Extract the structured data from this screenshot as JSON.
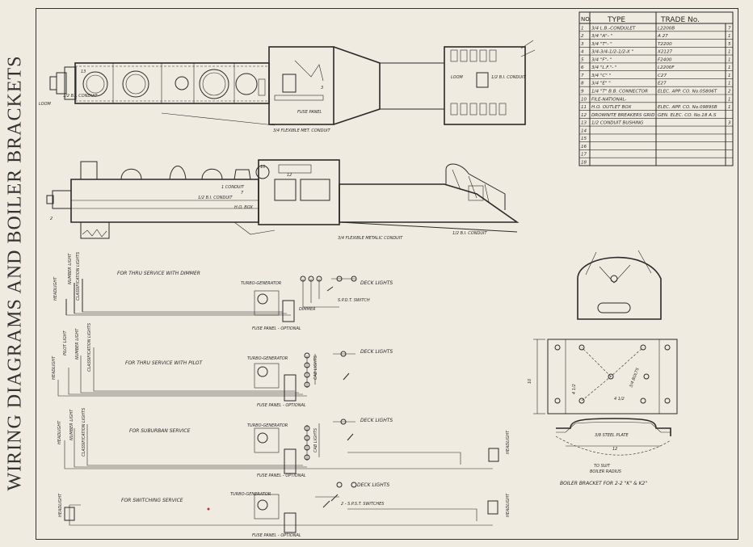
{
  "title": "WIRING DIAGRAMS AND BOILER BRACKETS",
  "parts_table": {
    "headers": {
      "no": "NO.",
      "type": "TYPE",
      "trade_no": "TRADE No."
    },
    "rows": [
      {
        "no": "1",
        "type": "3/4 L.B.-CONDULET",
        "trade": "L2200B",
        "qty": "7"
      },
      {
        "no": "2",
        "type": "3/4 \"A\"-        \"",
        "trade": "A 27",
        "qty": "1"
      },
      {
        "no": "3",
        "type": "3/4 \"T\"-        \"",
        "trade": "T2200",
        "qty": "5"
      },
      {
        "no": "4",
        "type": "3/4-3/4-1/2-1/2-X  \"",
        "trade": "X2127",
        "qty": "1"
      },
      {
        "no": "5",
        "type": "3/4 \"F\"-        \"",
        "trade": "F2400",
        "qty": "1"
      },
      {
        "no": "6",
        "type": "3/4 \"L.F.\"-     \"",
        "trade": "L2200F",
        "qty": "1"
      },
      {
        "no": "7",
        "type": "3/4 \"C\"         \"",
        "trade": "C27",
        "qty": "1"
      },
      {
        "no": "8",
        "type": "3/4 \"E\"         \"",
        "trade": "E27",
        "qty": "1"
      },
      {
        "no": "9",
        "type": "1/4 \"T\" B.B. CONNECTOR",
        "trade": "ELEC. APP. CO. No.05806T",
        "qty": "2"
      },
      {
        "no": "10",
        "type": "FILE-NATIONAL-",
        "trade": "",
        "qty": "1"
      },
      {
        "no": "11",
        "type": "H.O. OUTLET BOX",
        "trade": "ELEC. APP. CO. No.0989SB",
        "qty": "1"
      },
      {
        "no": "12",
        "type": "DROWNITE BREAKERS GRID",
        "trade": "GEN. ELEC. CO. No.18 A.S",
        "qty": ""
      },
      {
        "no": "13",
        "type": "1/2 CONDUIT BUSHING",
        "trade": "",
        "qty": "3"
      },
      {
        "no": "14",
        "type": "",
        "trade": "",
        "qty": ""
      },
      {
        "no": "15",
        "type": "",
        "trade": "",
        "qty": ""
      },
      {
        "no": "16",
        "type": "",
        "trade": "",
        "qty": ""
      },
      {
        "no": "17",
        "type": "",
        "trade": "",
        "qty": ""
      },
      {
        "no": "18",
        "type": "",
        "trade": "",
        "qty": ""
      }
    ]
  },
  "top_view": {
    "loom": "LOOM",
    "loom2": "LOOM",
    "conduit": "1/2 B.I. CONDUIT",
    "conduit2": "1/2 B.I. CONDUIT",
    "fuse_panel": "FUSE PANEL",
    "flex": "3/4 FLEXIBLE MET. CONDUIT",
    "num13": "13",
    "num3": "3"
  },
  "side_view": {
    "conduit_a": "1/2 B.I. CONDUIT",
    "conduit_b": "1 CONDUIT",
    "hobox": "H.O. BOX",
    "flex": "3/4 FLEXIBLE METALIC CONDUIT",
    "bi": "1/2 B.I. CONDUIT",
    "n2": "2",
    "n7": "7",
    "n10": "10",
    "n12": "12"
  },
  "circuits": [
    {
      "service": "FOR THRU SERVICE WITH DIMMER",
      "headlight": "HEADLIGHT",
      "number": "NUMBER LIGHT",
      "class": "CLASSIFICATION LIGHTS",
      "turbo": "TURBO-GENERATOR",
      "deck": "DECK LIGHTS",
      "switch": "S.P.D.T. SWITCH",
      "dimmer": "DIMMER",
      "fuse": "FUSE PANEL - OPTIONAL"
    },
    {
      "service": "FOR THRU SERVICE WITH PILOT",
      "headlight": "HEADLIGHT",
      "pilot": "PILOT LIGHT",
      "number": "NUMBER LIGHT",
      "class": "CLASSIFICATION LIGHTS",
      "turbo": "TURBO-GENERATOR",
      "deck": "DECK LIGHTS",
      "cab": "CAB LIGHTS",
      "fuse": "FUSE PANEL - OPTIONAL"
    },
    {
      "service": "FOR SUBURBAN SERVICE",
      "headlight": "HEADLIGHT",
      "number": "NUMBER LIGHT",
      "class": "CLASSIFICATION LIGHTS",
      "turbo": "TURBO-GENERATOR",
      "deck": "DECK LIGHTS",
      "cab": "CAB LIGHTS",
      "fuse": "FUSE PANEL - OPTIONAL",
      "rear": "HEADLIGHT"
    },
    {
      "service": "FOR SWITCHING SERVICE",
      "headlight": "HEADLIGHT",
      "turbo": "TURBO-GENERATOR",
      "deck": "DECK LIGHTS",
      "switches": "2 - S.P.S.T. SWITCHES",
      "fuse": "FUSE PANEL - OPTIONAL",
      "rear": "HEADLIGHT"
    }
  ],
  "bracket": {
    "bolts": "3/4 BOLTS",
    "dim_4a": "4 1/2",
    "dim_4b": "4 1/2",
    "dim_10": "10",
    "plate": "3/8 STEEL PLATE",
    "dim_12": "12",
    "suit": "TO SUIT",
    "radius": "BOILER RADIUS",
    "caption": "BOILER BRACKET FOR 2-2 \"K\" & K2\""
  },
  "colors": {
    "paper": "#efebe0",
    "ink": "#2a2a2a"
  }
}
